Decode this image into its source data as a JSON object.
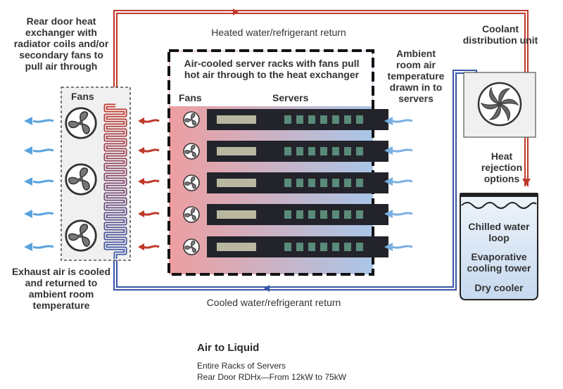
{
  "labels": {
    "rear_door": "Rear door heat exchanger with radiator coils and/or secondary fans to pull air through",
    "heated_return": "Heated water/refrigerant return",
    "rack_title": "Air-cooled server racks with fans pull hot air through to the heat exchanger",
    "fans_rack": "Fans",
    "servers": "Servers",
    "ambient": "Ambient room air temperature drawn in to servers",
    "cdu": "Coolant distribution unit",
    "heat_rejection": "Heat rejection options",
    "fans_hx": "Fans",
    "exhaust": "Exhaust air is cooled and returned to ambient room temperature",
    "cooled_return": "Cooled water/refrigerant return",
    "option1": "Chilled water loop",
    "option2": "Evaporative cooling tower",
    "option3": "Dry cooler"
  },
  "footer": {
    "title": "Air to Liquid",
    "line1": "Entire Racks of Servers",
    "line2": "Rear Door RDHx—From 12kW to 75kW"
  },
  "colors": {
    "hot": "#c0392b",
    "cool": "#2f5aa8",
    "air_out": "#5aa3de",
    "rack_dark": "#23232b",
    "server_led": "#5a8a78"
  },
  "icons": [
    "fan-icon",
    "server-unit-icon",
    "pump-icon",
    "arrow-icon"
  ]
}
